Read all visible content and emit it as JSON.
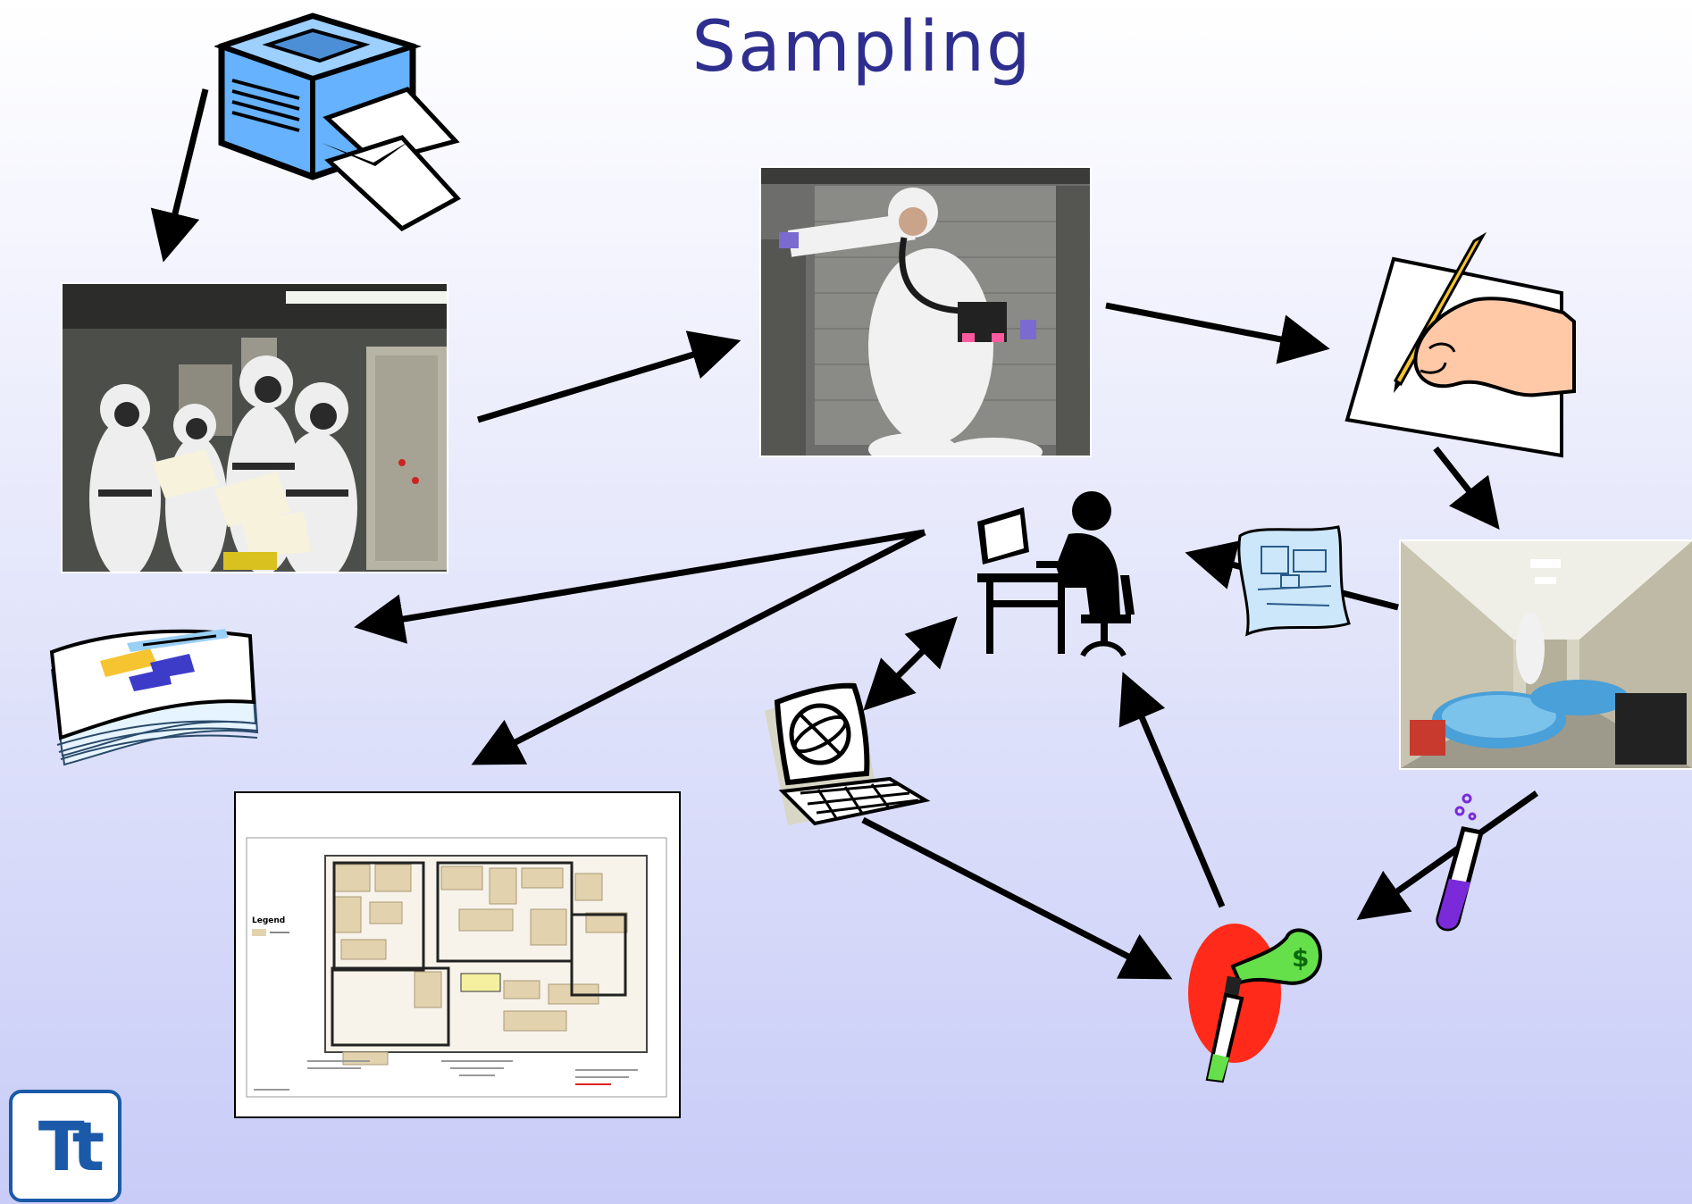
{
  "title": "Sampling",
  "plan_legend_label": "Legend",
  "logo_text": "Tt",
  "icons": {
    "printer": "printer-icon",
    "writing": "hand-writing-icon",
    "blueprint": "blueprint-scroll-icon",
    "computer_user": "computer-user-icon",
    "internet": "internet-computer-icon",
    "documents": "document-stack-icon",
    "lab_flask": "lab-flask-money-icon",
    "test_tube": "test-tube-icon"
  },
  "colors": {
    "title": "#2e2e8f",
    "printer_blue": "#66b2ff",
    "logo_blue": "#1a5aa8",
    "flask_red": "#ff2a1a",
    "flask_green": "#66e04a",
    "tube_purple": "#7a2ad8"
  }
}
